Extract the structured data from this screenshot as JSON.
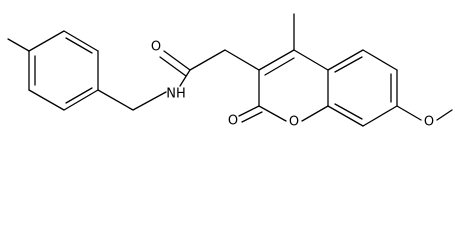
{
  "molecule": {
    "atom_labels": {
      "carbonyl_oxygen": "O",
      "amide_nitrogen": "NH",
      "lactone_carbonyl_oxygen": "O",
      "ring_oxygen": "O",
      "methoxy_oxygen": "O"
    },
    "colors": {
      "bond": "#000000",
      "label": "#000000",
      "background": "#ffffff"
    }
  }
}
